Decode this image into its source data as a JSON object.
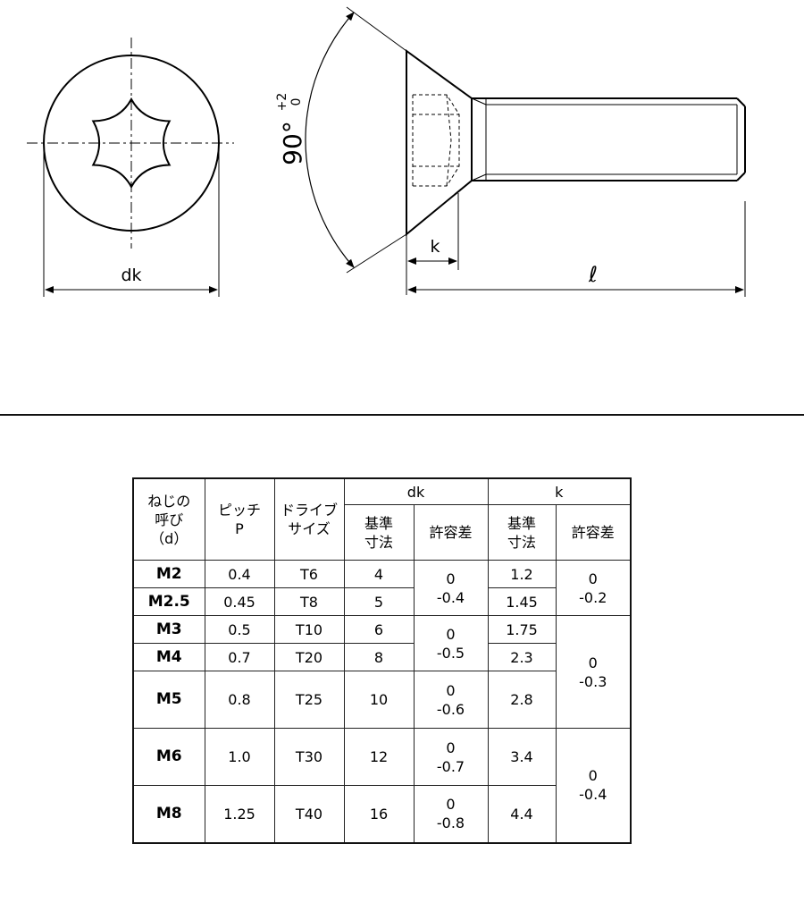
{
  "drawing": {
    "labels": {
      "dk": "dk",
      "k": "k",
      "length": "ℓ",
      "angle": "90°",
      "tolerance_upper": "+2",
      "tolerance_lower": "0"
    }
  },
  "table": {
    "headers": {
      "nominal": "ねじの\n呼び\n（d）",
      "pitch": "ピッチ\nP",
      "drive": "ドライブ\nサイズ",
      "dk": "dk",
      "k": "k",
      "basic": "基準\n寸法",
      "tolerance": "許容差"
    },
    "rows": [
      {
        "nominal": "M2",
        "pitch": "0.4",
        "drive": "T6",
        "dk": "4",
        "k": "1.2"
      },
      {
        "nominal": "M2.5",
        "pitch": "0.45",
        "drive": "T8",
        "dk": "5",
        "k": "1.45"
      },
      {
        "nominal": "M3",
        "pitch": "0.5",
        "drive": "T10",
        "dk": "6",
        "k": "1.75"
      },
      {
        "nominal": "M4",
        "pitch": "0.7",
        "drive": "T20",
        "dk": "8",
        "k": "2.3"
      },
      {
        "nominal": "M5",
        "pitch": "0.8",
        "drive": "T25",
        "dk": "10",
        "k": "2.8"
      },
      {
        "nominal": "M6",
        "pitch": "1.0",
        "drive": "T30",
        "dk": "12",
        "k": "3.4"
      },
      {
        "nominal": "M8",
        "pitch": "1.25",
        "drive": "T40",
        "dk": "16",
        "k": "4.4"
      }
    ],
    "dk_tolerances": [
      {
        "upper": "0",
        "lower": "-0.4"
      },
      {
        "upper": "0",
        "lower": "-0.5"
      },
      {
        "upper": "0",
        "lower": "-0.6"
      },
      {
        "upper": "0",
        "lower": "-0.7"
      },
      {
        "upper": "0",
        "lower": "-0.8"
      }
    ],
    "k_tolerances": [
      {
        "upper": "0",
        "lower": "-0.2"
      },
      {
        "upper": "0",
        "lower": "-0.3"
      },
      {
        "upper": "0",
        "lower": "-0.4"
      }
    ]
  }
}
